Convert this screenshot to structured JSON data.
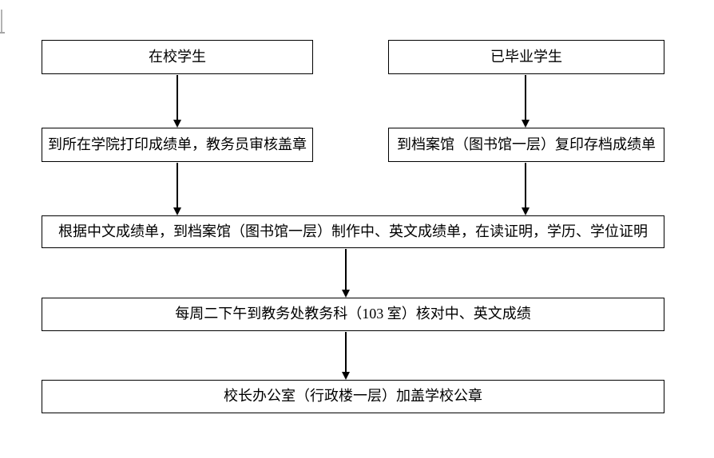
{
  "flowchart": {
    "node_current_students": "在校学生",
    "node_graduated_students": "已毕业学生",
    "node_college_print": "到所在学院打印成绩单，教务员审核盖章",
    "node_archives_copy": "到档案馆（图书馆一层）复印存档成绩单",
    "node_archives_make": "根据中文成绩单，到档案馆（图书馆一层）制作中、英文成绩单，在读证明，学历、学位证明",
    "node_check_scores": "每周二下午到教务处教务科（103 室）核对中、英文成绩",
    "node_seal": "校长办公室（行政楼一层）加盖学校公章",
    "edges": [
      {
        "from": "node_current_students",
        "to": "node_college_print"
      },
      {
        "from": "node_graduated_students",
        "to": "node_archives_copy"
      },
      {
        "from": "node_college_print",
        "to": "node_archives_make"
      },
      {
        "from": "node_archives_copy",
        "to": "node_archives_make"
      },
      {
        "from": "node_archives_make",
        "to": "node_check_scores"
      },
      {
        "from": "node_check_scores",
        "to": "node_seal"
      }
    ],
    "colors": {
      "border": "#000000",
      "background": "#ffffff",
      "text": "#000000",
      "cursor_mark": "#b3b3b3"
    }
  }
}
